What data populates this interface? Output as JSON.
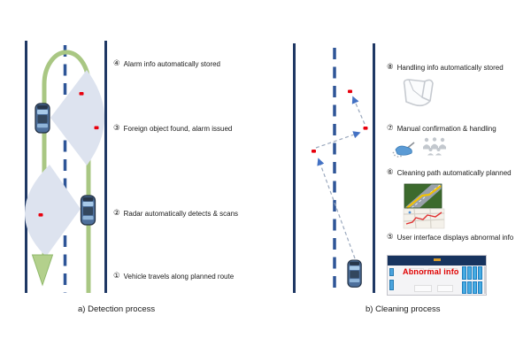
{
  "panels": [
    {
      "id": "detection",
      "caption": "a) Detection process",
      "steps": [
        {
          "num": "④",
          "label": "Alarm info automatically stored"
        },
        {
          "num": "③",
          "label": "Foreign object found, alarm issued"
        },
        {
          "num": "②",
          "label": "Radar automatically detects & scans"
        },
        {
          "num": "①",
          "label": "Vehicle travels along planned route"
        }
      ]
    },
    {
      "id": "cleaning",
      "caption": "b) Cleaning process",
      "steps": [
        {
          "num": "⑧",
          "label": "Handling info automatically stored"
        },
        {
          "num": "⑦",
          "label": "Manual confirmation & handling"
        },
        {
          "num": "⑥",
          "label": "Cleaning path automatically planned"
        },
        {
          "num": "⑤",
          "label": "User interface displays abnormal info"
        }
      ],
      "ui_mock": {
        "abnormal_label": "Abnormal info"
      }
    }
  ],
  "icons": {
    "radar_scan": "light-blue scan sector fan",
    "foreign_object": "small red marker dot",
    "vehicle": "top-view blue car",
    "route_arrow": "green direction arrowhead",
    "handling_note_icon": "gray outlined crumpled note",
    "sweeper_icon": "blue sweeping brush with debris",
    "workers_icon": "gray group of worker figures",
    "route_3d_view": "road camera view with yellow planned path",
    "route_map_view": "street map with red route",
    "monitor_ui": "control-interface screenshot with blue list bars"
  },
  "colors": {
    "road_edge": "#1f3864",
    "lane_dash": "#2e5597",
    "route_green": "#a9c783",
    "route_arrow": "#b3d08c",
    "radar_fan": "#dde3ef",
    "alert_red": "#e8000d",
    "arrow_blue": "#4472c4",
    "vehicle_body": "#4d6f9b",
    "ui_header_navy": "#17335e",
    "ui_bar_blue": "#46abe2",
    "abnormal_text_red": "#e00000"
  }
}
